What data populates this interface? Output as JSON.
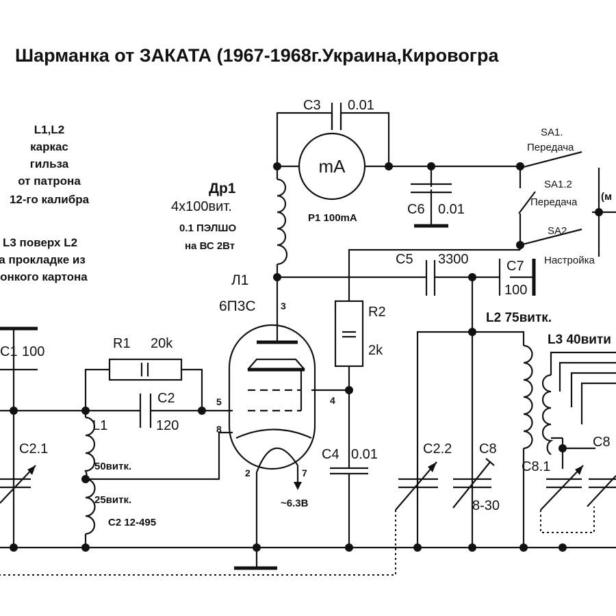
{
  "title": "Шарманка от ЗАКАТА (1967-1968г.Украина,Кировогра",
  "notes": {
    "coil_lines": [
      "L1,L2",
      "каркас",
      "гильза",
      "от патрона",
      "12-го калибра"
    ],
    "l3_lines": [
      "L3 поверх L2",
      "на прокладке из",
      "тонкого картона"
    ]
  },
  "labels": {
    "c3": "C3",
    "c3_val": "0.01",
    "ma": "mA",
    "p1": "P1 100mA",
    "c6": "C6",
    "c6_val": "0.01",
    "sa1": "SA1.",
    "sa1_sub": "Передача",
    "sa12": "SA1.2",
    "sa12_sub": "Передача",
    "sa2": "SA2",
    "sa2_sub": "Настройка",
    "edge_m": "(м",
    "dr1": "Др1",
    "dr1_turns": "4x100вит.",
    "dr1_wire": "0.1 ПЭЛШО",
    "dr1_body": "на ВС 2Вт",
    "l1_tube": "Л1",
    "tube_type": "6П3С",
    "c5": "C5",
    "c5_val": "3300",
    "c7": "C7",
    "c7_val": "100",
    "r2": "R2",
    "r2_val": "2k",
    "l2": "L2 75витк.",
    "l3": "L3 40вити",
    "c1": "C1",
    "c1_val": "100",
    "r1": "R1",
    "r1_val": "20k",
    "c2": "C2",
    "c2_val": "120",
    "l1": "L1",
    "c21": "C2.1",
    "t50": "50витк.",
    "t25": "25витк.",
    "c2_range": "C2 12-495",
    "c4": "C4",
    "c4_val": "0.01",
    "c22": "C2.2",
    "c8": "C8",
    "c8_val": "8-30",
    "c81": "C8.1",
    "c8b": "C8",
    "heater": "~6.3В",
    "pins": {
      "p3": "3",
      "p4": "4",
      "p5": "5",
      "p8": "8",
      "p2": "2",
      "p7": "7"
    }
  }
}
